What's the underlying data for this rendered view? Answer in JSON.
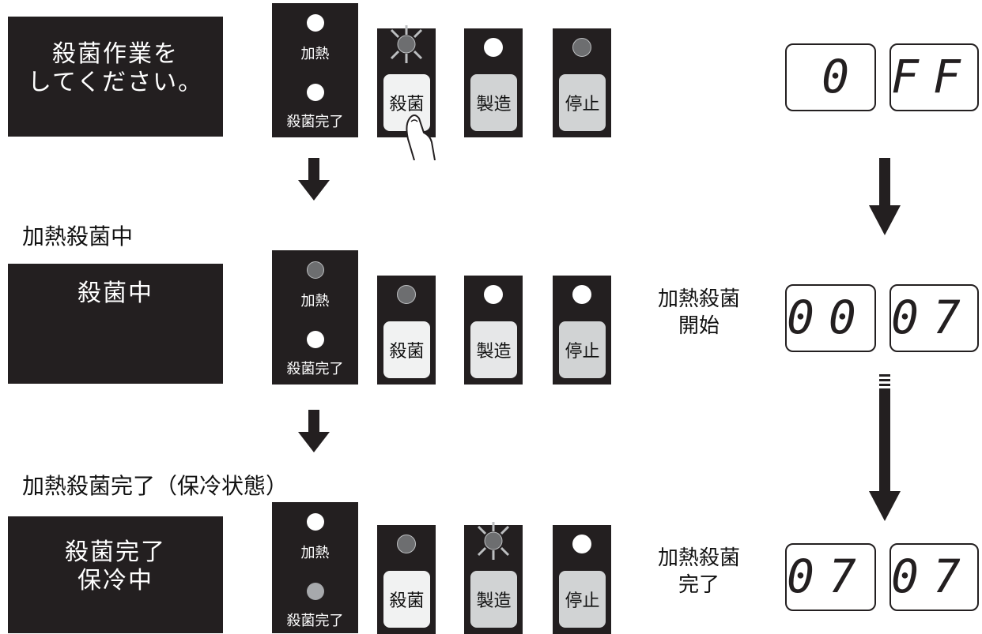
{
  "rows": [
    {
      "caption": "",
      "lcd_text": "殺菌作業を\nしてください。",
      "heat_led": "on",
      "done_led": "on",
      "buttons": [
        {
          "label": "殺菌",
          "led": "blink",
          "style": "light",
          "pressed": true
        },
        {
          "label": "製造",
          "led": "on",
          "style": "gray"
        },
        {
          "label": "停止",
          "led": "off",
          "style": "gray"
        }
      ]
    },
    {
      "caption": "加熱殺菌中",
      "lcd_text": "殺菌中",
      "heat_led": "off",
      "done_led": "on",
      "buttons": [
        {
          "label": "殺菌",
          "led": "off",
          "style": "light"
        },
        {
          "label": "製造",
          "led": "on",
          "style": "lgray"
        },
        {
          "label": "停止",
          "led": "on",
          "style": "gray"
        }
      ]
    },
    {
      "caption": "加熱殺菌完了（保冷状態）",
      "lcd_text": "殺菌完了\n保冷中",
      "heat_led": "on",
      "done_led": "dim",
      "buttons": [
        {
          "label": "殺菌",
          "led": "off",
          "style": "light"
        },
        {
          "label": "製造",
          "led": "blink",
          "style": "gray"
        },
        {
          "label": "停止",
          "led": "on",
          "style": "gray"
        }
      ]
    }
  ],
  "led_labels": {
    "heat": "加熱",
    "done": "殺菌完了"
  },
  "displays": [
    {
      "label": "",
      "left": "0",
      "right": "FF"
    },
    {
      "label": "加熱殺菌\n開始",
      "left": "00",
      "right": "07"
    },
    {
      "label": "加熱殺菌\n完了",
      "left": "07",
      "right": "07"
    }
  ],
  "colors": {
    "panel": "#231f20",
    "led_off": "#6d6e70",
    "button_light": "#f1f2f2",
    "button_gray": "#d1d3d4"
  }
}
